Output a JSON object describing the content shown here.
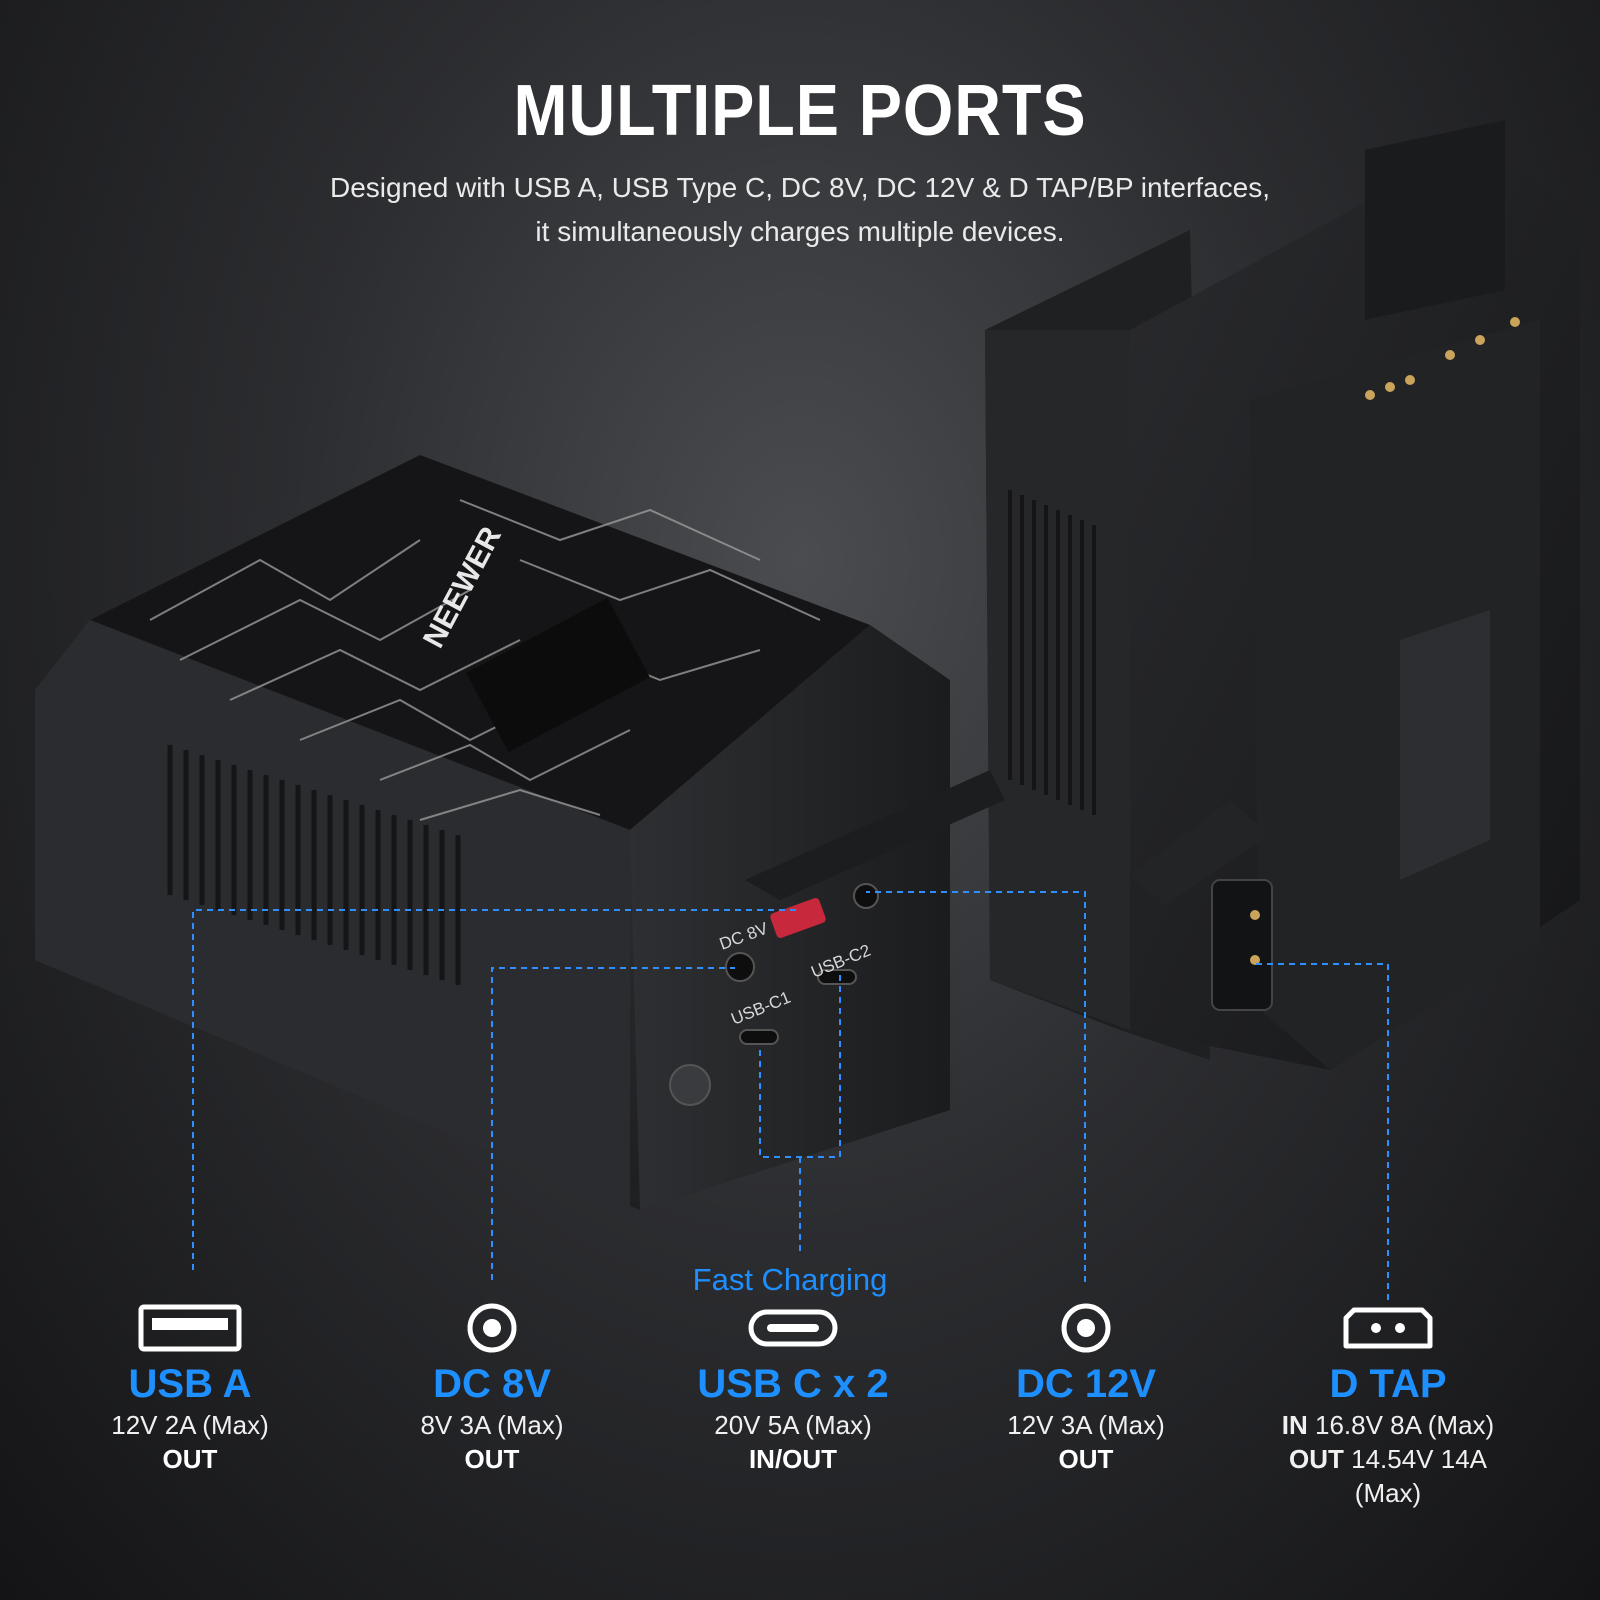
{
  "header": {
    "title": "MULTIPLE PORTS",
    "subtitle_line1": "Designed with USB A, USB Type C, DC 8V, DC 12V & D TAP/BP interfaces,",
    "subtitle_line2": "it simultaneously charges multiple devices."
  },
  "product": {
    "brand": "NEEWER",
    "port_labels": [
      "DC 8V",
      "USB-C1",
      "USB-C2"
    ]
  },
  "fast_charging": "Fast Charging",
  "ports": [
    {
      "icon": "usb-a-icon",
      "name": "USB A",
      "spec": "12V 2A (Max)",
      "mode": "OUT"
    },
    {
      "icon": "dc-port-icon",
      "name": "DC 8V",
      "spec": "8V 3A (Max)",
      "mode": "OUT"
    },
    {
      "icon": "usb-c-icon",
      "name": "USB C x 2",
      "spec": "20V 5A (Max)",
      "mode": "IN/OUT"
    },
    {
      "icon": "dc-port-icon",
      "name": "DC 12V",
      "spec": "12V 3A (Max)",
      "mode": "OUT"
    },
    {
      "icon": "d-tap-icon",
      "name": "D TAP",
      "in_label": "IN",
      "in_spec": "16.8V 8A (Max)",
      "out_label": "OUT",
      "out_spec": "14.54V 14A (Max)"
    }
  ],
  "colors": {
    "accent": "#1e8fff",
    "background": "#2c2d30",
    "text": "#ffffff"
  }
}
